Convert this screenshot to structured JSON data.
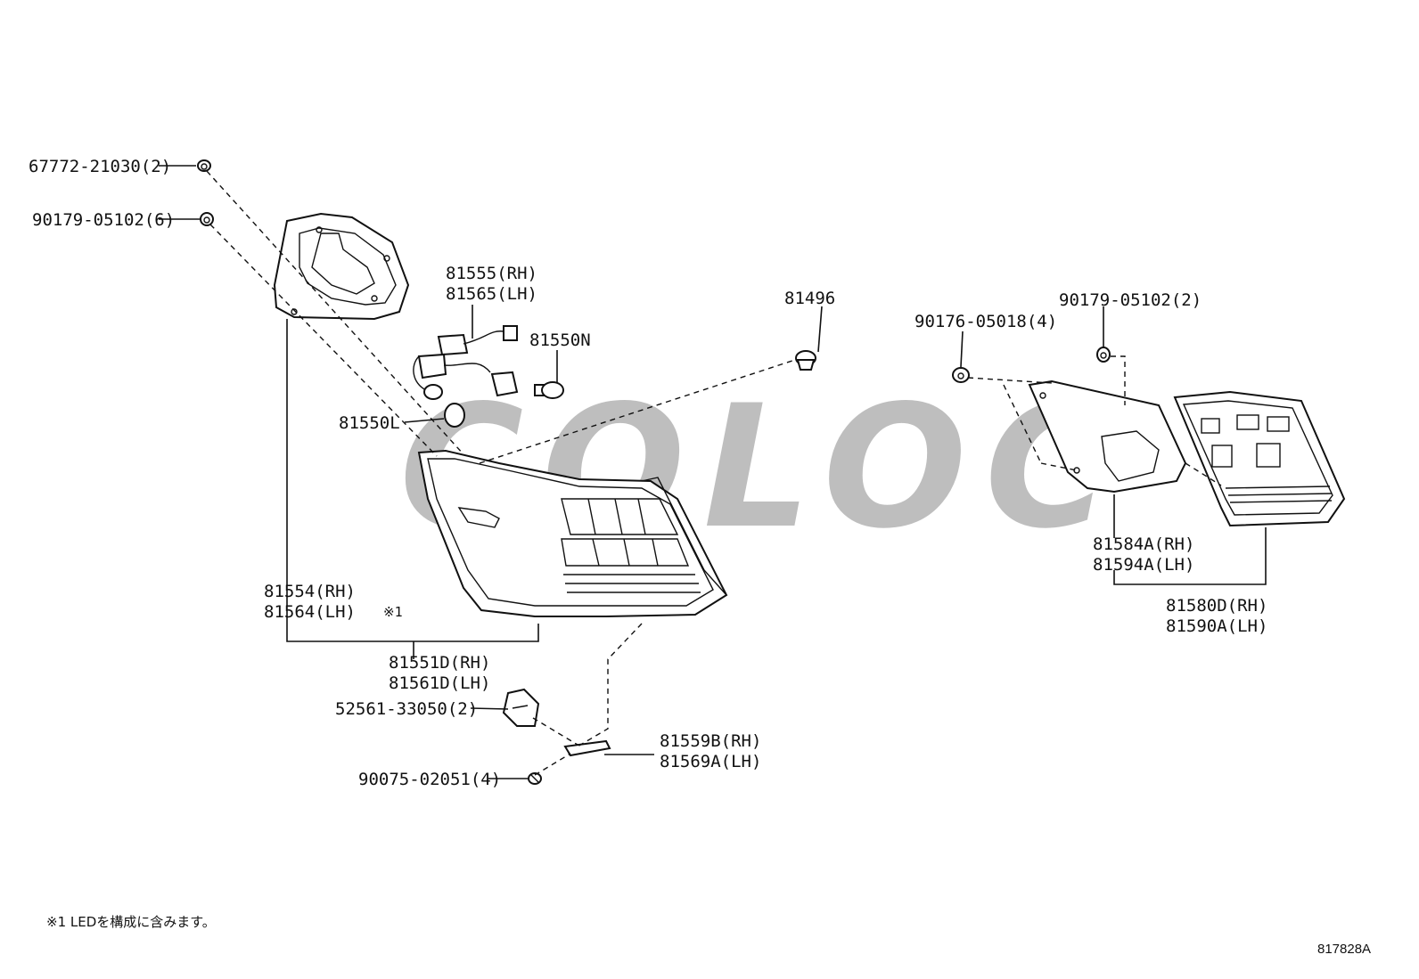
{
  "watermark": "COLOC",
  "labels": {
    "grommet_top": "67772-21030(2)",
    "nut_left": "90179-05102(6)",
    "socket_rh": "81555(RH)",
    "socket_lh": "81565(LH)",
    "bulb_n": "81550N",
    "bulb_l": "81550L",
    "clip": "81496",
    "gasket_rh": "81554(RH)",
    "gasket_lh": "81564(LH)",
    "note_mark": "※1",
    "lamp_rh": "81551D(RH)",
    "lamp_lh": "81561D(LH)",
    "bracket_part": "52561-33050(2)",
    "retainer_rh": "81559B(RH)",
    "retainer_lh": "81569A(LH)",
    "screw": "90075-02051(4)",
    "screw_right": "90176-05018(4)",
    "nut_right": "90179-05102(2)",
    "inner_gasket_rh": "81584A(RH)",
    "inner_gasket_lh": "81594A(LH)",
    "inner_lamp_rh": "81580D(RH)",
    "inner_lamp_lh": "81590A(LH)"
  },
  "footnote": "※1 LEDを構成に含みます。",
  "diagram_ref": "817828A"
}
